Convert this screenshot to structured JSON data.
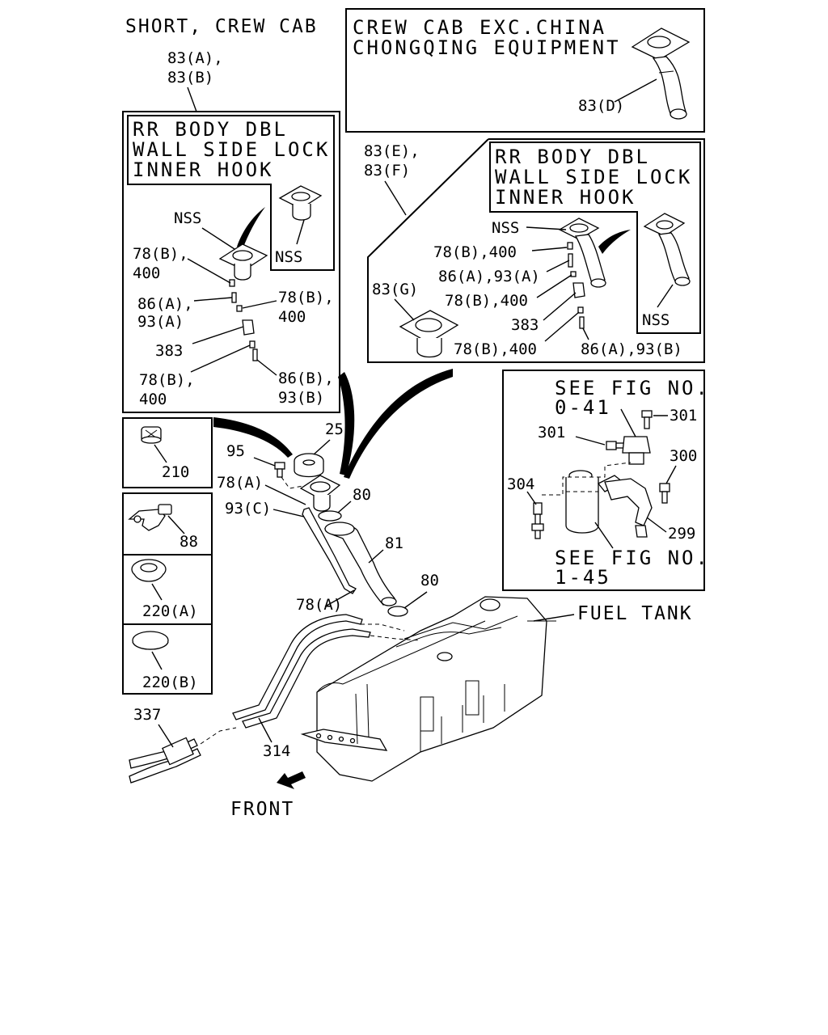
{
  "headers": {
    "short_crew_cab": "SHORT, CREW CAB",
    "crew_cab_line1": "CREW CAB EXC.CHINA",
    "crew_cab_line2": "CHONGQING EQUIPMENT",
    "rr_body_line1": "RR BODY DBL",
    "rr_body_line2": "WALL SIDE LOCK",
    "rr_body_line3": "INNER HOOK",
    "see_fig_top_line1": "SEE FIG NO.",
    "see_fig_top_line2": "0-41",
    "see_fig_bottom_line1": "SEE FIG NO.",
    "see_fig_bottom_line2": "1-45",
    "fuel_tank": "FUEL TANK",
    "front": "FRONT"
  },
  "labels": {
    "p83ab_line1": "83(A),",
    "p83ab_line2": "83(B)",
    "p83d": "83(D)",
    "p83ef_line1": "83(E),",
    "p83ef_line2": "83(F)",
    "p83g": "83(G)",
    "nss": "NSS",
    "p78b_400_comma": "78(B),",
    "p400": "400",
    "p86a_comma": "86(A),",
    "p93a": "93(A)",
    "p383": "383",
    "p86b_comma": "86(B),",
    "p93b": "93(B)",
    "p78b_400": "78(B),400",
    "p86a_93a": "86(A),93(A)",
    "p86a_93b": "86(A),93(B)",
    "p25": "25",
    "p95": "95",
    "p78a": "78(A)",
    "p93c": "93(C)",
    "p80": "80",
    "p81": "81",
    "p210": "210",
    "p88": "88",
    "p220a": "220(A)",
    "p220b": "220(B)",
    "p337": "337",
    "p314": "314",
    "p301": "301",
    "p300": "300",
    "p304": "304",
    "p299": "299"
  }
}
